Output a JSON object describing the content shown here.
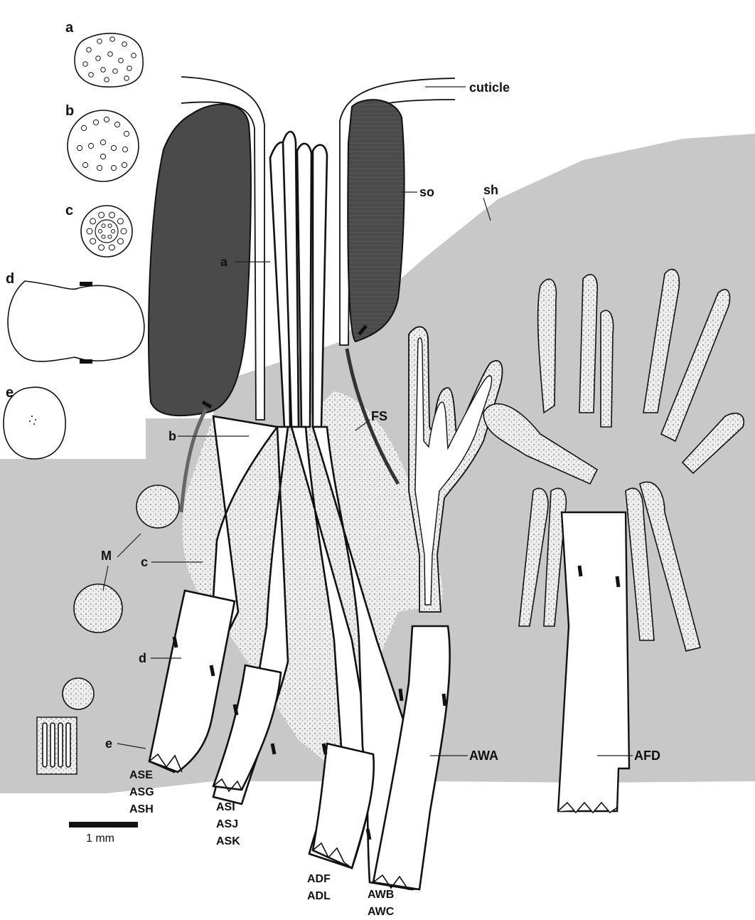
{
  "colors": {
    "sheath": "#c8c8c8",
    "socket": "#4a4a4a",
    "stipple": "#dcdcdc",
    "outline": "#111111",
    "background": "#ffffff"
  },
  "labels": {
    "cuticle": "cuticle",
    "so": "so",
    "sh": "sh",
    "a": "a",
    "b": "b",
    "c": "c",
    "d": "d",
    "e": "e",
    "FS": "FS",
    "M": "M",
    "AWA": "AWA",
    "AFD": "AFD"
  },
  "insets": {
    "a": "a",
    "b": "b",
    "c": "c",
    "d": "d",
    "e": "e"
  },
  "neuron_groups": [
    {
      "lines": [
        "ASE",
        "ASG",
        "ASH"
      ]
    },
    {
      "lines": [
        "ASI",
        "ASJ",
        "ASK"
      ]
    },
    {
      "lines": [
        "ADF",
        "ADL"
      ]
    },
    {
      "lines": [
        "AWB",
        "AWC"
      ]
    }
  ],
  "scale_bar": {
    "label": "1 mm"
  }
}
